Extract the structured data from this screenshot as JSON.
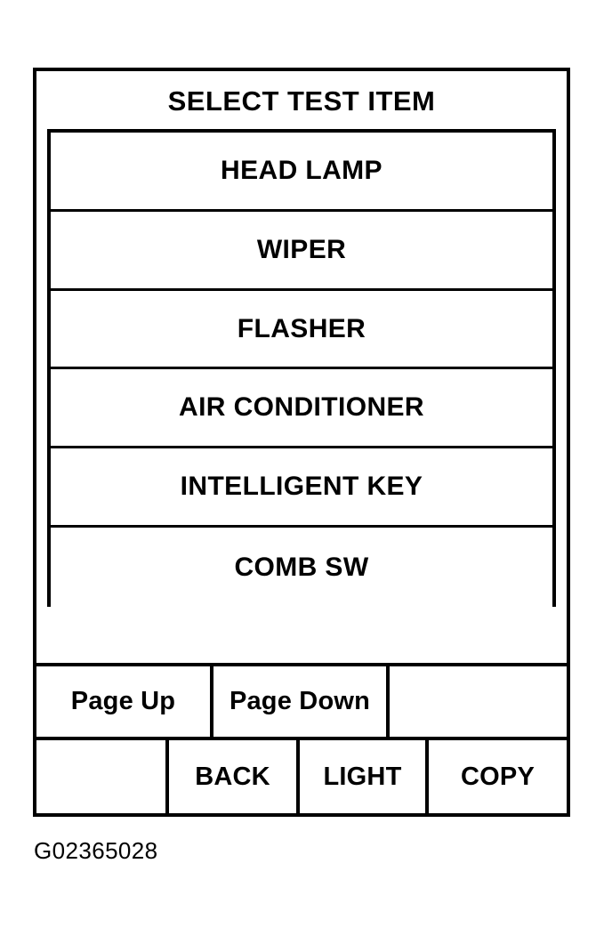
{
  "figure": {
    "caption": "G02365028"
  },
  "screen": {
    "title": "SELECT TEST ITEM",
    "test_items": [
      {
        "label": "HEAD LAMP"
      },
      {
        "label": "WIPER"
      },
      {
        "label": "FLASHER"
      },
      {
        "label": "AIR CONDITIONER"
      },
      {
        "label": "INTELLIGENT KEY"
      },
      {
        "label": "COMB SW"
      }
    ],
    "softkeys": {
      "row1": [
        {
          "label": "Page Up"
        },
        {
          "label": "Page Down"
        },
        {
          "label": ""
        }
      ],
      "row2": [
        {
          "label": ""
        },
        {
          "label": "BACK"
        },
        {
          "label": "LIGHT"
        },
        {
          "label": "COPY"
        }
      ]
    }
  },
  "colors": {
    "background": "#ffffff",
    "foreground": "#000000",
    "border": "#000000"
  }
}
